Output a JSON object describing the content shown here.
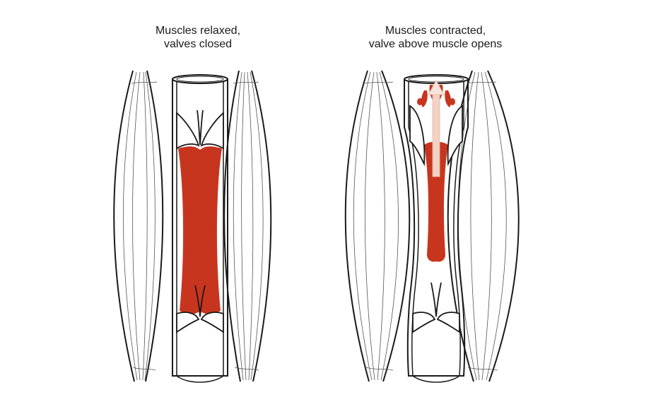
{
  "panels": [
    {
      "caption_line1": "Muscles relaxed,",
      "caption_line2": "valves closed"
    },
    {
      "caption_line1": "Muscles contracted,",
      "caption_line2": "valve above muscle opens"
    }
  ],
  "colors": {
    "blood": "#c8351f",
    "outline": "#1a1a1a",
    "muscle_fiber": "#555555",
    "flow_arrow": "#f2d2c4",
    "background": "#ffffff"
  }
}
